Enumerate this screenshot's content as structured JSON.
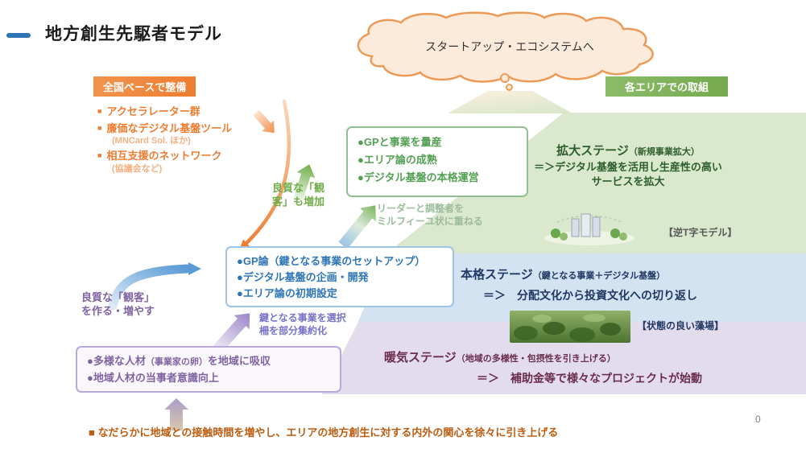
{
  "slide": {
    "title": "地方創生先駆者モデル",
    "page_number": "0",
    "footer": "■ なだらかに地域との接触時間を増やし、エリアの地方創生に対する内外の関心を徐々に引き上げる"
  },
  "cloud": {
    "label": "スタートアップ・エコシステムへ"
  },
  "national": {
    "header": "全国ベースで整備",
    "bullet": "■",
    "items": [
      {
        "label": "アクセラレーター群"
      },
      {
        "label": "廉価なデジタル基盤ツール",
        "sub": "(MNCard Sol. ほか)"
      },
      {
        "label": "相互支援のネットワーク",
        "sub": "(協議会など)"
      }
    ]
  },
  "area_header": "各エリアでの取組",
  "stages": {
    "expand": {
      "name": "拡大ステージ",
      "paren": "（新規事業拡大）",
      "desc": "＝＞デジタル基盤を活用し生産性の高いサービスを拡大",
      "caption": "【逆T字モデル】"
    },
    "full": {
      "name": "本格ステージ",
      "paren": "（鍵となる事業＋デジタル基盤）",
      "desc": "＝＞　分配文化から投資文化への切り返し",
      "caption": "【状態の良い藻場】"
    },
    "warmup": {
      "name": "暖気ステージ",
      "paren": "（地域の多様性・包摂性を引き上げる）",
      "desc": "＝＞　補助金等で様々なプロジェクトが始動"
    }
  },
  "boxes": {
    "expand": {
      "items": [
        "●GPと事業を量産",
        "●エリア論の成熟",
        "●デジタル基盤の本格運営"
      ]
    },
    "main": {
      "items": [
        "●GP論（鍵となる事業のセットアップ）",
        "●デジタル基盤の企画・開発",
        "●エリア論の初期設定"
      ]
    },
    "warmup": {
      "line1_pre": "●多様な人材",
      "line1_small": "（事業家の卵）",
      "line1_post": "を地域に吸収",
      "line2": "●地域人材の当事者意識向上"
    }
  },
  "annotations": {
    "audience_grow": [
      "良質な「観",
      "客」も増加"
    ],
    "leaders": [
      "リーダーと調整者を",
      "ミルフィーユ状に重ねる"
    ],
    "audience_make": [
      "良質な「観客」",
      "を作る・増やす"
    ],
    "key_business": [
      "鍵となる事業を選択",
      "柵を部分集約化"
    ]
  },
  "colors": {
    "orange": "#ed7d31",
    "green": "#70ad47",
    "blue": "#2e75b6",
    "purple": "#8064a2",
    "navy": "#1f3864",
    "dark_green": "#2d5f2d",
    "maroon": "#6a2d4e",
    "band_green": "#dae8cd",
    "band_blue": "#d4e3f1",
    "band_purple": "#e3dcec"
  }
}
